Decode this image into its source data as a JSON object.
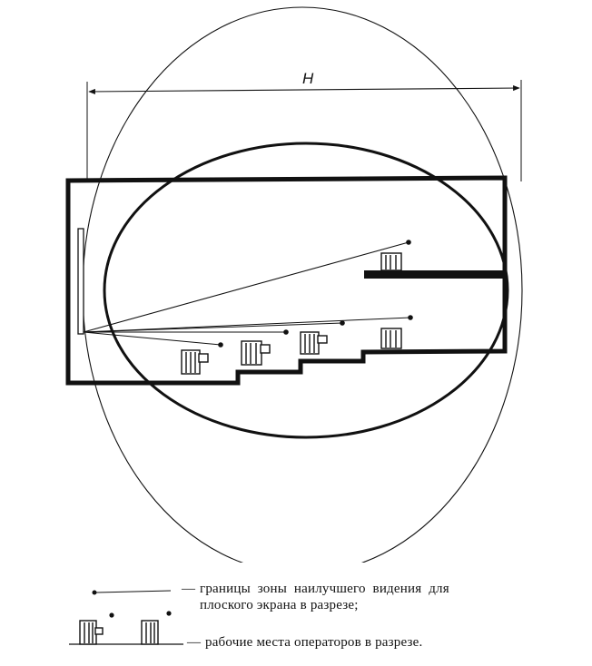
{
  "diagram": {
    "dimension_label": "H"
  },
  "legend": [
    {
      "symbol": "sight-line",
      "dash": "—",
      "line1": "границы  зоны  наилучшего  видения  для",
      "line2": "плоского экрана в разрезе;"
    },
    {
      "symbol": "operator-workplace",
      "dash": "—",
      "line1": "рабочие места операторов в разрезе."
    }
  ]
}
